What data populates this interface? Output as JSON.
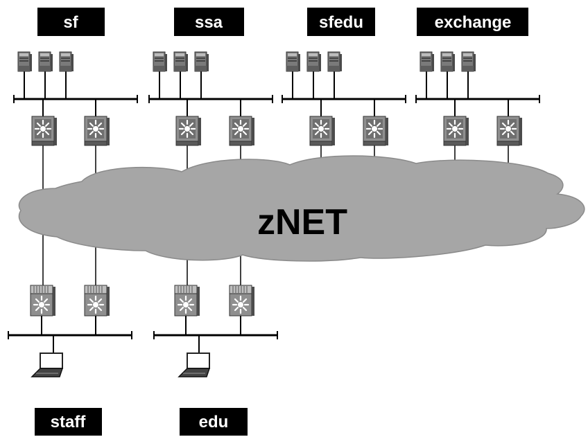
{
  "cloud": {
    "label": "zNET",
    "fill": "#a6a6a6",
    "stroke": "#8a8a8a"
  },
  "top_segments": [
    {
      "label": "sf",
      "servers": 3,
      "switches": 2
    },
    {
      "label": "ssa",
      "servers": 3,
      "switches": 2
    },
    {
      "label": "sfedu",
      "servers": 3,
      "switches": 2
    },
    {
      "label": "exchange",
      "servers": 3,
      "switches": 2
    }
  ],
  "bottom_segments": [
    {
      "label": "staff",
      "laptops": 1,
      "switches": 2
    },
    {
      "label": "edu",
      "laptops": 1,
      "switches": 2
    }
  ],
  "colors": {
    "label_bg": "#000000",
    "label_text": "#ffffff",
    "line": "#000000",
    "device_fill": "#8c8c8c",
    "device_dark": "#555555",
    "device_light": "#d0d0d0"
  }
}
